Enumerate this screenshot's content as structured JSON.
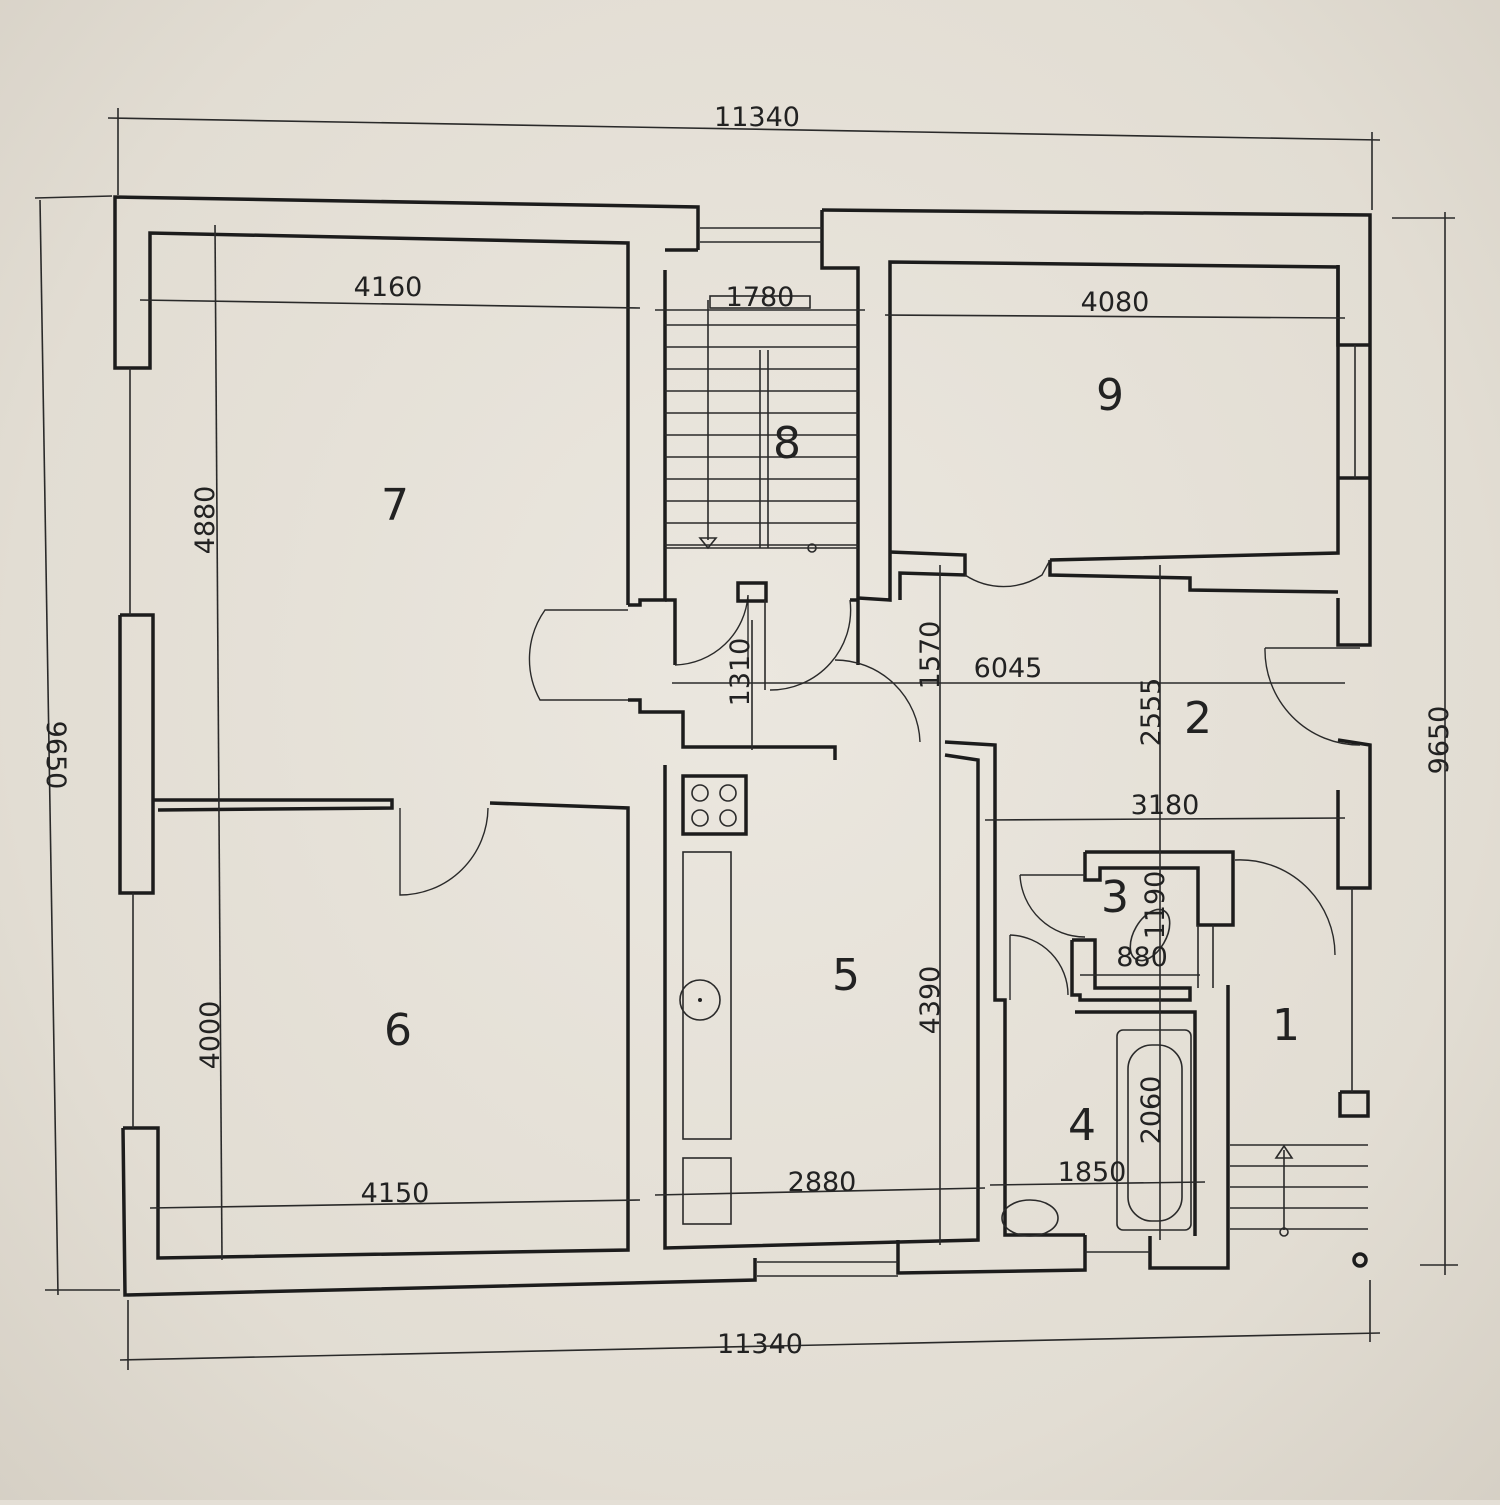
{
  "title": "Floor plan",
  "dimensions": {
    "overall_width_top": "11340",
    "overall_width_bottom": "11340",
    "overall_depth_left": "9650",
    "overall_depth_right": "9650",
    "room7_width": "4160",
    "stair_width": "1780",
    "room9_width": "4080",
    "room7_depth": "4880",
    "lobby_depth": "1310",
    "hall_depth": "1570",
    "hall_length": "6045",
    "room2_depth": "2555",
    "room2_width": "3180",
    "room3_depth": "1190",
    "room3_width": "880",
    "room5_depth": "4390",
    "room6_depth": "4000",
    "bath_length": "2060",
    "room4_width": "1850",
    "room5_width": "2880",
    "room6_width": "4150"
  },
  "rooms": [
    "1",
    "2",
    "3",
    "4",
    "5",
    "6",
    "7",
    "8",
    "9"
  ]
}
